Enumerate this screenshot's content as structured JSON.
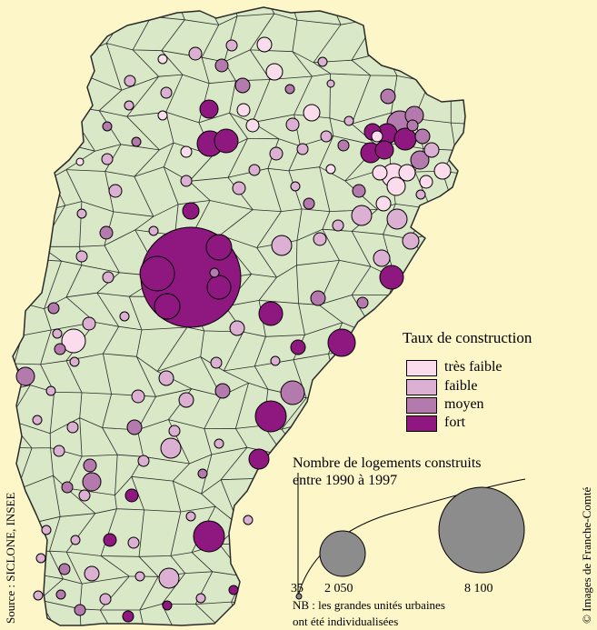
{
  "legend": {
    "title": "Taux de construction",
    "classes": [
      {
        "label": "très faible",
        "color": "#fbdcec"
      },
      {
        "label": "faible",
        "color": "#dcb0d2"
      },
      {
        "label": "moyen",
        "color": "#b479ad"
      },
      {
        "label": "fort",
        "color": "#8e1880"
      }
    ]
  },
  "size_legend": {
    "title_line1": "Nombre de logements construits",
    "title_line2": "entre 1990 à 1997",
    "values": [
      "35",
      "2 050",
      "8 100"
    ],
    "circle_color": "#8c8c8c"
  },
  "note_line1": "NB : les grandes unités urbaines",
  "note_line2": "ont été individualisées",
  "source": "Source : SICLONE, INSEE",
  "credit": "© Images de Franche-Comté",
  "colors": {
    "background": "#fdf6c8",
    "land": "#d9e8c6",
    "border": "#2b2b2b"
  }
}
